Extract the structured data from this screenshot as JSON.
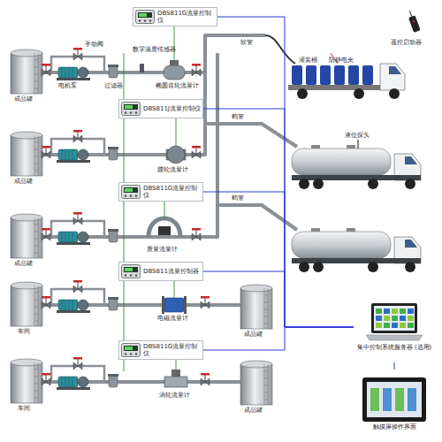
{
  "diagram": {
    "nodes": [
      {
        "text": [
          "DBS811G流量控制仪"
        ]
      },
      {
        "text": [
          "DBS811J流量控制仪"
        ]
      },
      {
        "text": [
          "DBS811G流量控制仪"
        ]
      },
      {
        "text": [
          "DBS811流量控制器"
        ]
      },
      {
        "text": [
          "DBS811G流量控制仪"
        ]
      },
      {
        "text": [
          "集中控制系统服务器 (选用)"
        ]
      },
      {
        "text": [
          "触摸屏操作界面"
        ]
      }
    ],
    "edges": [
      {
        "from": 0,
        "to": 5,
        "arrow": "none"
      },
      {
        "from": 1,
        "to": 5,
        "arrow": "none"
      },
      {
        "from": 2,
        "to": 5,
        "arrow": "none"
      },
      {
        "from": 3,
        "to": 5,
        "arrow": "none"
      },
      {
        "from": 4,
        "to": 5,
        "arrow": "none"
      },
      {
        "from": 5,
        "to": 6,
        "arrow": "none"
      }
    ],
    "labels": [
      "手动阀",
      "数字温度传感器",
      "软管",
      "灌装桶",
      "防静电夹",
      "遥控启动器",
      "电机泵",
      "过滤器",
      "椭圆齿轮流量计",
      "成品罐",
      "鹤管",
      "液位探头",
      "腰轮流量计",
      "成品罐",
      "鹤管",
      "质量流量计",
      "成品罐",
      "电磁流量计",
      "车间",
      "成品罐",
      "涡轮流量计",
      "车间",
      "成品罐"
    ]
  }
}
